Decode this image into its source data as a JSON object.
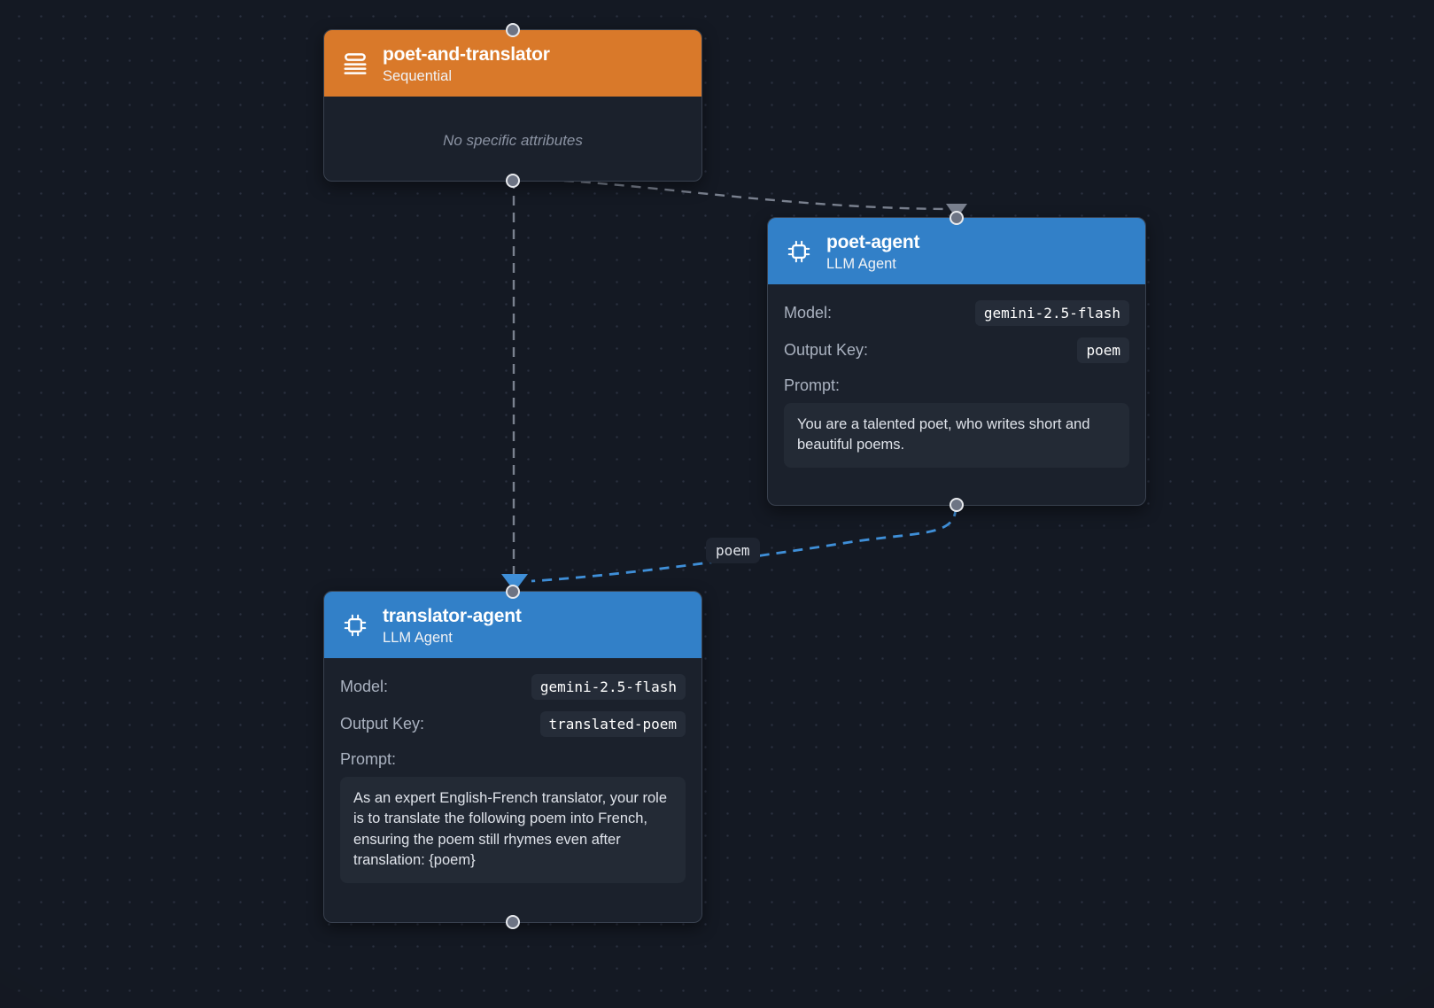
{
  "canvas": {
    "background_color": "#141923",
    "dot_color": "#2a3040"
  },
  "colors": {
    "sequential_header": "#d9792a",
    "llm_agent_header": "#3280c8",
    "node_body": "#1b212c",
    "node_border": "#39414f",
    "pill_background": "#252c38",
    "prompt_background": "#232a35",
    "edge_default": "#7a818f",
    "edge_data": "#3f8fd8",
    "handle_fill": "#6d7484",
    "handle_border": "#e8eaee"
  },
  "nodes": [
    {
      "id": "poet-and-translator",
      "title": "poet-and-translator",
      "subtitle": "Sequential",
      "icon": "sequential-list-icon",
      "header_color": "#d9792a",
      "empty_text": "No specific attributes"
    },
    {
      "id": "poet-agent",
      "title": "poet-agent",
      "subtitle": "LLM Agent",
      "icon": "cpu-chip-icon",
      "header_color": "#3280c8",
      "attributes": [
        {
          "label": "Model:",
          "value": "gemini-2.5-flash"
        },
        {
          "label": "Output Key:",
          "value": "poem"
        }
      ],
      "prompt_label": "Prompt:",
      "prompt_text": "You are a talented poet, who writes short and beautiful poems."
    },
    {
      "id": "translator-agent",
      "title": "translator-agent",
      "subtitle": "LLM Agent",
      "icon": "cpu-chip-icon",
      "header_color": "#3280c8",
      "attributes": [
        {
          "label": "Model:",
          "value": "gemini-2.5-flash"
        },
        {
          "label": "Output Key:",
          "value": "translated-poem"
        }
      ],
      "prompt_label": "Prompt:",
      "prompt_text": "As an expert English-French translator, your role is to translate the following poem into French, ensuring the poem still rhymes even after translation: {poem}"
    }
  ],
  "edges": [
    {
      "id": "parent-to-poet",
      "from": "poet-and-translator",
      "to": "poet-agent",
      "style": "dashed",
      "color": "#7a818f",
      "label": ""
    },
    {
      "id": "parent-to-translator",
      "from": "poet-and-translator",
      "to": "translator-agent",
      "style": "dashed",
      "color": "#7a818f",
      "label": ""
    },
    {
      "id": "poem-data-flow",
      "from": "poet-agent",
      "to": "translator-agent",
      "style": "dashed",
      "color": "#3f8fd8",
      "label": "poem"
    }
  ]
}
